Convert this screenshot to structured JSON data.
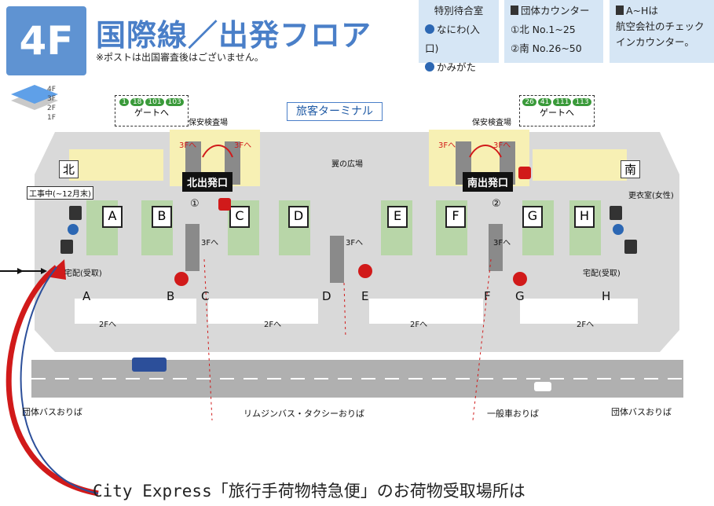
{
  "header": {
    "floor": "4F",
    "title": "国際線／出発フロア",
    "note": "※ポストは出国審査後はございません。"
  },
  "legend": {
    "lounge": {
      "title": "特別待合室",
      "items": [
        "なにわ(入口)",
        "かみがた"
      ]
    },
    "group_counter": {
      "title": "団体カウンター",
      "items": [
        "①北 No.1~25",
        "②南 No.26~50"
      ]
    },
    "airline": {
      "line1": "A~Hは",
      "line2": "航空会社のチェック",
      "line3": "インカウンター。"
    }
  },
  "floor_stack": [
    "4F",
    "3F",
    "2F",
    "1F"
  ],
  "map": {
    "terminal_label": "旅客ターミナル",
    "gate_north": {
      "security": "保安検査場",
      "gates": [
        "1",
        "18",
        "101",
        "103"
      ],
      "label": "ゲートへ"
    },
    "gate_south": {
      "security": "保安検査場",
      "gates": [
        "26",
        "41",
        "111",
        "113"
      ],
      "label": "ゲートへ"
    },
    "north_exit": "北出発口",
    "south_exit": "南出発口",
    "dir_north": "北",
    "dir_south": "南",
    "plaza": "翼の広場",
    "construction": "工事中(~12月末)",
    "changing_room": "更衣室(女性)",
    "delivery_left": "宅配(受取)",
    "delivery_right": "宅配(受取)",
    "counters": [
      "A",
      "B",
      "C",
      "D",
      "E",
      "F",
      "G",
      "H"
    ],
    "to_3f": "3Fへ",
    "to_2f": "2Fへ",
    "group_1": "①",
    "group_2": "②",
    "bus_left": "団体バスおりば",
    "bus_right": "団体バスおりば",
    "limo_taxi": "リムジンバス・タクシーおりば",
    "general_car": "一般車おりば"
  },
  "caption": "City Express「旅行手荷物特急便」のお荷物受取場所は",
  "colors": {
    "accent": "#4a7fc8",
    "arrow": "#d11a1a",
    "floor": "#d9d9d9",
    "yellow": "#f7f0b4"
  }
}
